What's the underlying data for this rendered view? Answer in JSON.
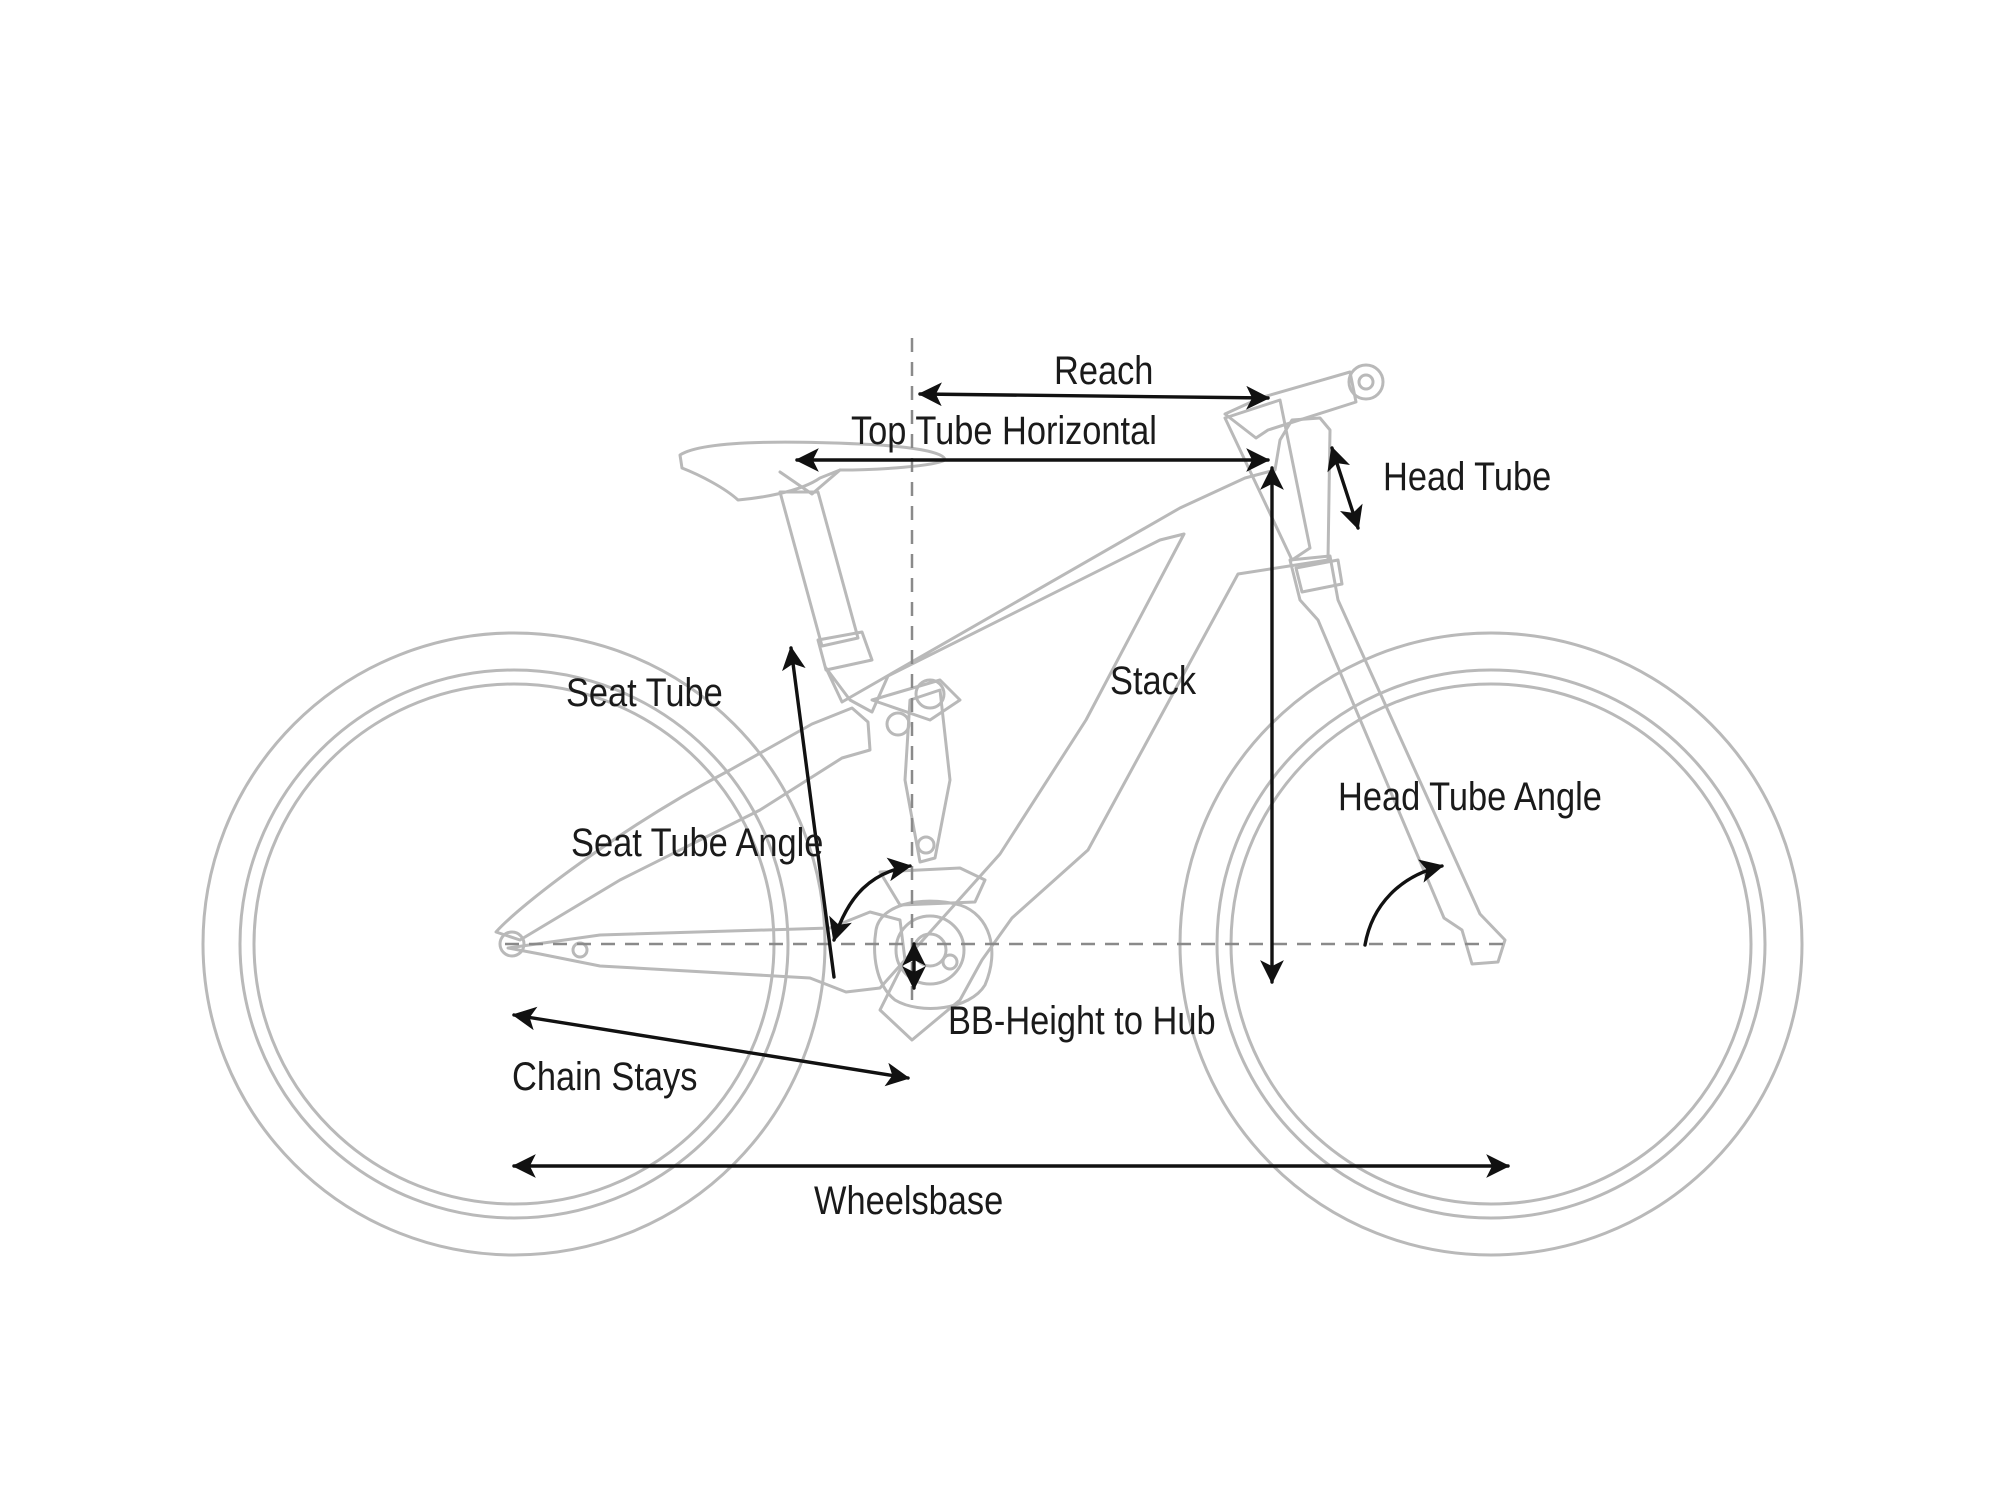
{
  "labels": {
    "reach": "Reach",
    "top_tube_horizontal": "Top Tube Horizontal",
    "head_tube": "Head Tube",
    "seat_tube": "Seat Tube",
    "stack": "Stack",
    "head_tube_angle": "Head Tube Angle",
    "seat_tube_angle": "Seat Tube Angle",
    "bb_height_to_hub": "BB-Height to Hub",
    "chain_stays": "Chain Stays",
    "wheelbase": "Wheelsbase"
  },
  "colors": {
    "bike_outline": "#b9b9b9",
    "dimension_arrows": "#111111",
    "guide_lines": "#8a8a8a",
    "text": "#1a1a1a",
    "background": "#ffffff"
  }
}
